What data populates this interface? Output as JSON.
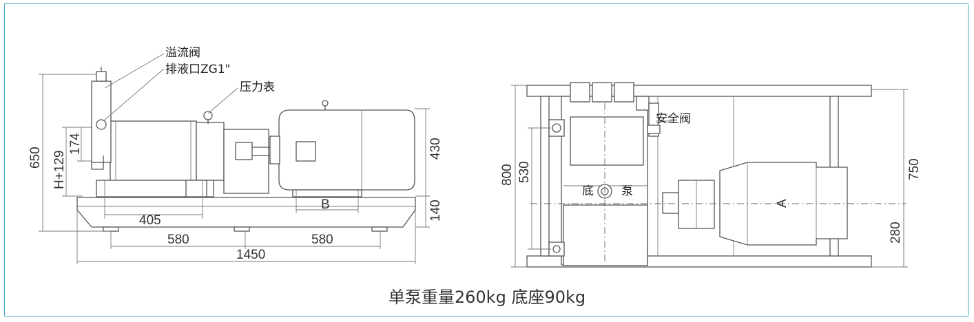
{
  "side_view": {
    "labels": {
      "overflow_valve": "溢流阀",
      "drain_port": "排液口ZG1\"",
      "pressure_gauge": "压力表"
    },
    "dims": {
      "d650": "650",
      "d174": "174",
      "dh129": "H+129",
      "d430": "430",
      "d140": "140",
      "d405": "405",
      "d580a": "580",
      "d580b": "580",
      "d1450": "1450",
      "dB": "B"
    }
  },
  "top_view": {
    "labels": {
      "safety_valve": "安全阀"
    },
    "dims": {
      "d800": "800",
      "d530": "530",
      "d750": "750",
      "d280": "280",
      "dA": "A"
    }
  },
  "caption": "单泵重量260kg  底座90kg"
}
